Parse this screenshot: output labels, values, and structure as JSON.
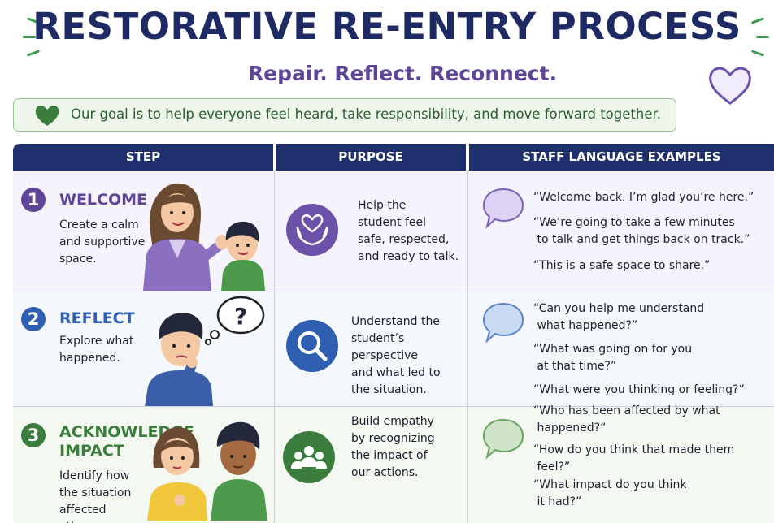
{
  "header": {
    "title": "RESTORATIVE RE-ENTRY PROCESS",
    "subtitle": "Repair. Reflect. Reconnect."
  },
  "goal": {
    "text": "Our goal is to help everyone feel heard, take responsibility, and move forward together.",
    "icon": "heart-icon"
  },
  "columns": [
    "STEP",
    "PURPOSE",
    "STAFF LANGUAGE EXAMPLES"
  ],
  "steps": [
    {
      "number": "1",
      "title_lines": [
        "WELCOME"
      ],
      "description_lines": [
        "Create a calm",
        "and supportive",
        "space."
      ],
      "purpose_lines": [
        "Help the",
        "student feel",
        "safe, respected,",
        "and ready to talk."
      ],
      "purpose_icon": "heart-hands-icon",
      "quotes": [
        "“Welcome back. I’m glad you’re here.”",
        "“We’re going to take a few minutes\n to talk and get things back on track.”",
        "“This is a safe space to share.”"
      ],
      "color": "#5e4597"
    },
    {
      "number": "2",
      "title_lines": [
        "REFLECT"
      ],
      "description_lines": [
        "Explore what",
        "happened."
      ],
      "purpose_lines": [
        "Understand the",
        "student’s perspective",
        "and what led to",
        "the situation."
      ],
      "purpose_icon": "magnifier-icon",
      "quotes": [
        "“Can you help me understand\n what happened?”",
        "“What was going on for you\n at that time?”",
        "“What were you thinking or feeling?”"
      ],
      "color": "#2f5fb0"
    },
    {
      "number": "3",
      "title_lines": [
        "ACKNOWLEDGE",
        "IMPACT"
      ],
      "description_lines": [
        "Identify how",
        "the situation",
        "affected others."
      ],
      "purpose_lines": [
        "Build empathy",
        "by recognizing",
        "the impact of",
        "our actions."
      ],
      "purpose_icon": "group-icon",
      "quotes": [
        "“Who has been affected by what\n happened?”",
        "“How do you think that made them\n feel?”",
        "“What impact do you think\n it had?”"
      ],
      "color": "#3b7d3c"
    }
  ]
}
